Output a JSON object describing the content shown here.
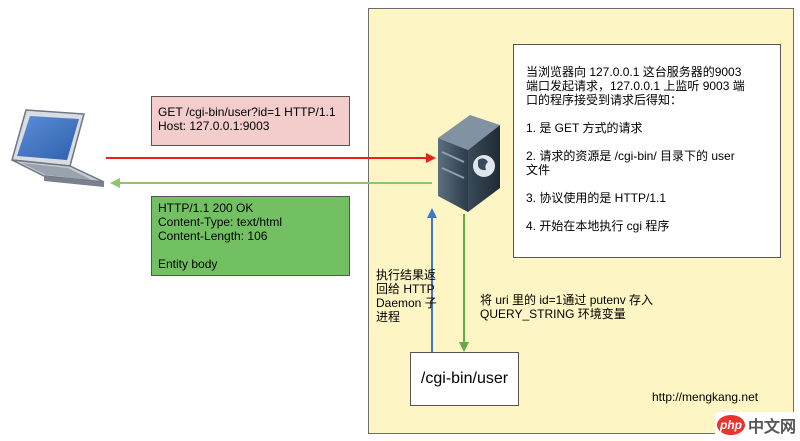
{
  "request": {
    "line1": "GET /cgi-bin/user?id=1 HTTP/1.1",
    "line2": "Host: 127.0.0.1:9003"
  },
  "response": {
    "line1": "HTTP/1.1 200 OK",
    "line2": "Content-Type: text/html",
    "line3": "Content-Length: 106",
    "line4": "Entity body"
  },
  "info": {
    "intro1": "当浏览器向 127.0.0.1 这台服务器的9003",
    "intro2": "端口发起请求，127.0.0.1 上监听 9003 端",
    "intro3": "口的程序接受到请求后得知：",
    "item1": "1. 是 GET 方式的请求",
    "item2a": "2. 请求的资源是 /cgi-bin/ 目录下的 user",
    "item2b": "文件",
    "item3": "3. 协议使用的是 HTTP/1.1",
    "item4": "4. 开始在本地执行 cgi 程序"
  },
  "exec_label": {
    "line1": "执行结果返",
    "line2": "回给 HTTP",
    "line3": "Daemon 子",
    "line4": "进程"
  },
  "uri_label": {
    "line1": "将 uri 里的 id=1通过 putenv 存入",
    "line2": "QUERY_STRING 环境变量"
  },
  "cgi_program": "/cgi-bin/user",
  "site": "http://mengkang.net",
  "watermark": {
    "badge": "php",
    "text": "中文网"
  },
  "colors": {
    "request_arrow": "#e8211d",
    "response_arrow": "#8cc56f",
    "up_arrow": "#3f77c9",
    "down_arrow": "#64a94a",
    "server_zone": "#fdf5c3",
    "request_fill": "#f3cccc",
    "response_fill": "#72c062"
  }
}
